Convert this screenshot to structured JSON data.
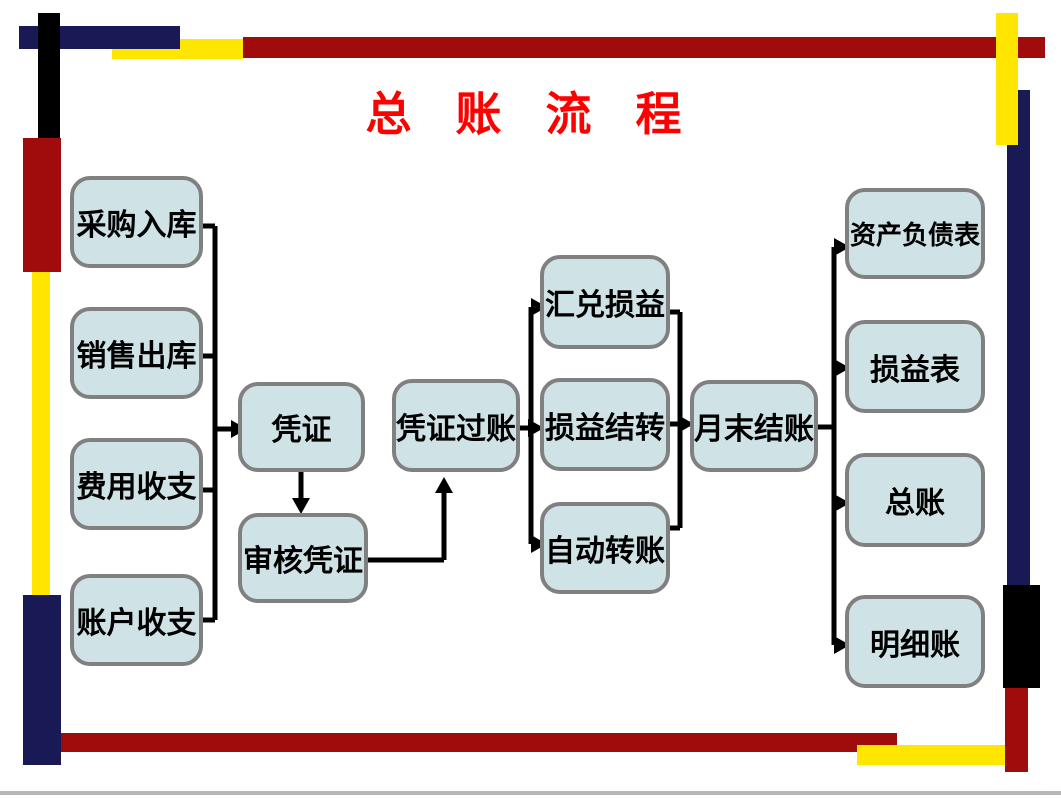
{
  "title": "总 账 流 程",
  "nodes": [
    {
      "id": "purchase-inbound",
      "label": "采购入库"
    },
    {
      "id": "sales-outbound",
      "label": "销售出库"
    },
    {
      "id": "expense-income",
      "label": "费用收支"
    },
    {
      "id": "account-income",
      "label": "账户收支"
    },
    {
      "id": "voucher",
      "label": "凭证"
    },
    {
      "id": "voucher-audit",
      "label": "审核凭证"
    },
    {
      "id": "voucher-posting",
      "label": "凭证过账"
    },
    {
      "id": "exchange-gain-loss",
      "label": "汇兑损益"
    },
    {
      "id": "profit-loss-carryover",
      "label": "损益结转"
    },
    {
      "id": "auto-transfer",
      "label": "自动转账"
    },
    {
      "id": "month-end-closing",
      "label": "月末结账"
    },
    {
      "id": "balance-sheet",
      "label": "资产负债表"
    },
    {
      "id": "income-statement",
      "label": "损益表"
    },
    {
      "id": "general-ledger",
      "label": "总账"
    },
    {
      "id": "detail-ledger",
      "label": "明细账"
    }
  ],
  "edges": [
    {
      "from": "purchase-inbound",
      "to": "voucher"
    },
    {
      "from": "sales-outbound",
      "to": "voucher"
    },
    {
      "from": "expense-income",
      "to": "voucher"
    },
    {
      "from": "account-income",
      "to": "voucher"
    },
    {
      "from": "voucher",
      "to": "voucher-audit"
    },
    {
      "from": "voucher-audit",
      "to": "voucher-posting"
    },
    {
      "from": "voucher-posting",
      "to": "exchange-gain-loss"
    },
    {
      "from": "voucher-posting",
      "to": "profit-loss-carryover"
    },
    {
      "from": "voucher-posting",
      "to": "auto-transfer"
    },
    {
      "from": "exchange-gain-loss",
      "to": "month-end-closing"
    },
    {
      "from": "profit-loss-carryover",
      "to": "month-end-closing"
    },
    {
      "from": "auto-transfer",
      "to": "month-end-closing"
    },
    {
      "from": "month-end-closing",
      "to": "balance-sheet"
    },
    {
      "from": "month-end-closing",
      "to": "income-statement"
    },
    {
      "from": "month-end-closing",
      "to": "general-ledger"
    },
    {
      "from": "month-end-closing",
      "to": "detail-ledger"
    }
  ],
  "colors": {
    "title": "#ff0000",
    "node_fill": "#cfe2e6",
    "node_border": "#808080",
    "connector": "#000000",
    "deco_black": "#000000",
    "deco_navy": "#191956",
    "deco_red": "#a00b0b",
    "deco_yellow": "#ffe600"
  }
}
